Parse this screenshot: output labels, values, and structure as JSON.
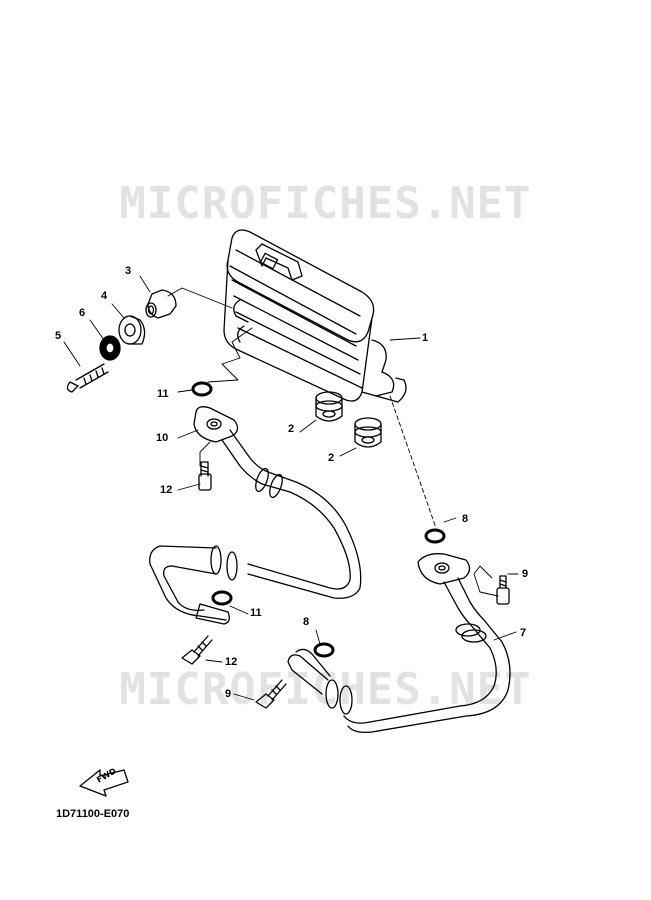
{
  "watermark": {
    "top": "MICROFICHES.NET",
    "bottom": "MICROFICHES.NET"
  },
  "callouts": [
    "1",
    "2",
    "2",
    "3",
    "4",
    "5",
    "6",
    "7",
    "8",
    "8",
    "9",
    "9",
    "10",
    "11",
    "11",
    "12",
    "12"
  ],
  "fwd": {
    "label": "FWD"
  },
  "reference_code": "1D71100-E070",
  "colors": {
    "line": "#000000",
    "watermark": "#e2e2e2",
    "background": "#ffffff"
  }
}
